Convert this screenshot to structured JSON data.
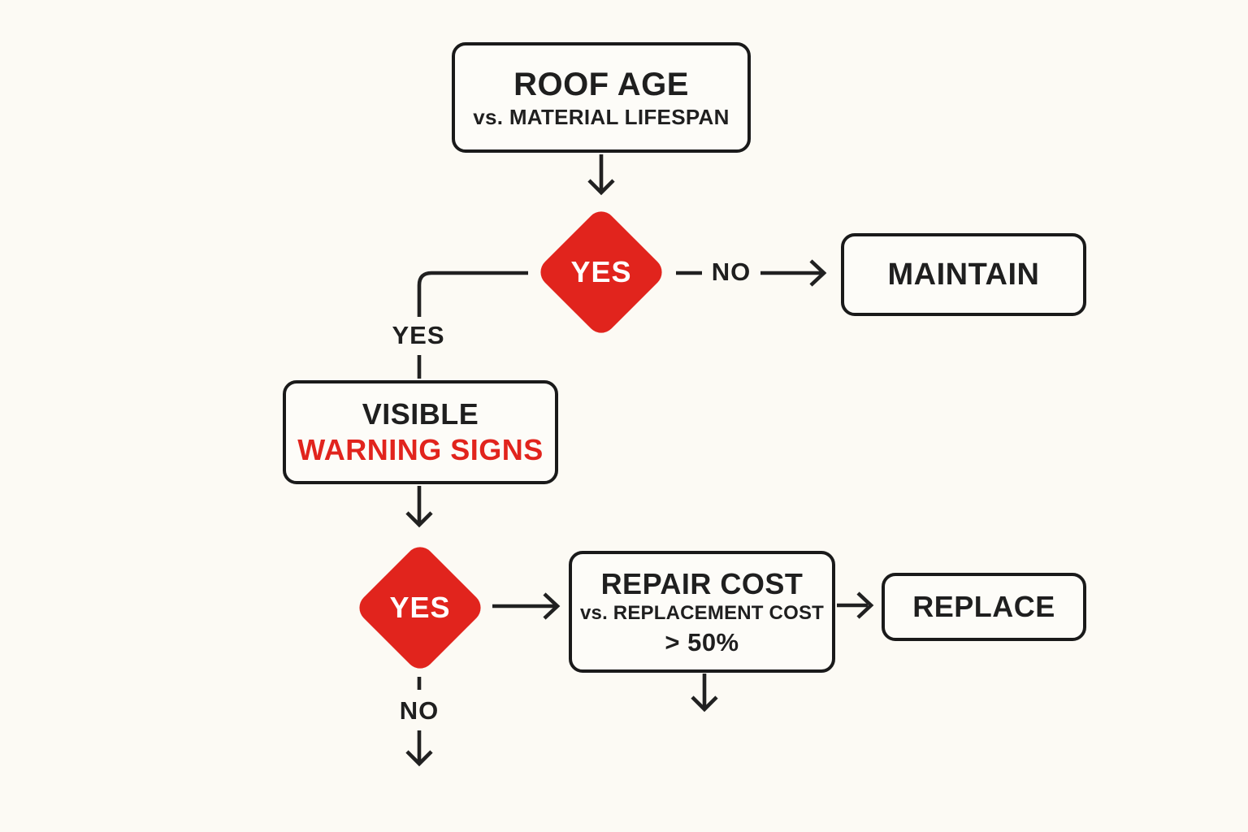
{
  "palette": {
    "background": "#fcfaf4",
    "ink": "#1f1f1f",
    "red": "#e1241d",
    "node_fill": "#fdfcf8",
    "line": "#212121"
  },
  "flowchart": {
    "nodes": {
      "roof_age": {
        "title": "ROOF AGE",
        "subtitle": "vs. MATERIAL LIFESPAN"
      },
      "decision_1": {
        "label": "YES"
      },
      "maintain": {
        "label": "MAINTAIN"
      },
      "visible": {
        "title": "VISIBLE",
        "subtitle": "WARNING SIGNS"
      },
      "decision_2": {
        "label": "YES"
      },
      "repair_cost": {
        "title": "REPAIR COST",
        "subtitle": "vs. REPLACEMENT COST",
        "threshold": "> 50%"
      },
      "replace": {
        "label": "REPLACE"
      }
    },
    "edge_labels": {
      "no_to_maintain": "NO",
      "yes_to_visible": "YES",
      "no_below_decision_2": "NO"
    }
  }
}
